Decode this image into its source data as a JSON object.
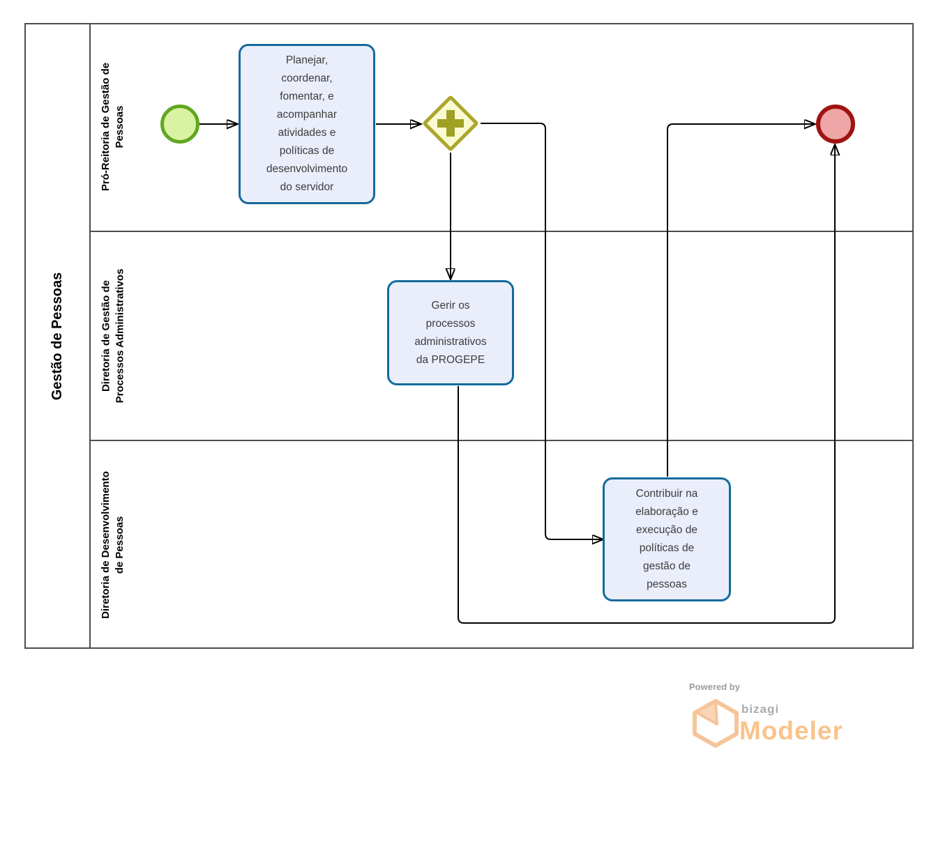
{
  "pool": {
    "label": "Gestão de Pessoas",
    "lanes": [
      {
        "label": "Pró-Reitoria de Gestão de Pessoas",
        "lines": [
          "Pró-Reitoria de Gestão de",
          "Pessoas"
        ]
      },
      {
        "label": "Diretoria de Gestão de Processos Administrativos",
        "lines": [
          "Diretoria de Gestão de",
          "Processos Administrativos"
        ]
      },
      {
        "label": "Diretoria de Desenvolvimento de Pessoas",
        "lines": [
          "Diretoria de Desenvolvimento",
          "de Pessoas"
        ]
      }
    ]
  },
  "nodes": {
    "start_event": {
      "type": "start-event"
    },
    "task_planejar": {
      "label": "Planejar, coordenar, fomentar, e acompanhar atividades e políticas de desenvolvimento do servidor",
      "lines": [
        "Planejar,",
        "coordenar,",
        "fomentar, e",
        "acompanhar",
        "atividades e",
        "políticas de",
        "desenvolvimento",
        "do servidor"
      ]
    },
    "gateway": {
      "type": "parallel-gateway"
    },
    "task_gerir": {
      "label": "Gerir os processos administrativos da PROGEPE",
      "lines": [
        "Gerir os",
        "processos",
        "administrativos",
        "da PROGEPE"
      ]
    },
    "task_contribuir": {
      "label": "Contribuir na elaboração e execução de políticas de gestão de pessoas",
      "lines": [
        "Contribuir na",
        "elaboração e",
        "execução de",
        "políticas de",
        "gestão de",
        "pessoas"
      ]
    },
    "end_event": {
      "type": "end-event"
    }
  },
  "flows": [
    {
      "from": "start-event",
      "to": "task-planejar"
    },
    {
      "from": "task-planejar",
      "to": "parallel-gateway"
    },
    {
      "from": "parallel-gateway",
      "to": "task-gerir"
    },
    {
      "from": "parallel-gateway",
      "to": "task-contribuir"
    },
    {
      "from": "task-contribuir",
      "to": "end-event"
    },
    {
      "from": "task-gerir",
      "to": "end-event"
    }
  ],
  "colors": {
    "task_fill": "#EAEEFB",
    "task_border": "#146A9B",
    "start_fill": "#D8F3A1",
    "start_border": "#62A621",
    "end_fill": "#EFA6A6",
    "end_border": "#A11212",
    "gateway_fill": "#FAFAD2",
    "gateway_border": "#A9A62B",
    "pool_line": "#4D4D4D",
    "connector": "#000000",
    "logo_orange": "#F9C38C",
    "logo_gray": "#ABABAB"
  },
  "footer": {
    "powered_by": "Powered by",
    "brand": "bizagi",
    "product": "Modeler"
  }
}
